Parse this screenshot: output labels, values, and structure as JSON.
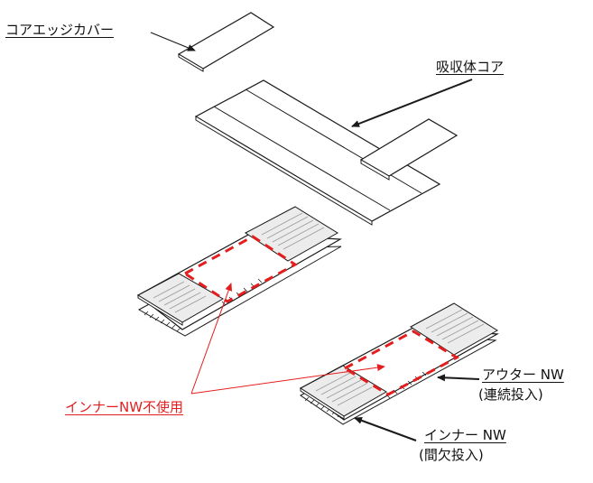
{
  "labels": {
    "core_edge_cover": "コアエッジカバー",
    "absorbent_core": "吸収体コア",
    "outer_nw": "アウター NW",
    "outer_nw_note": "(連続投入)",
    "inner_nw": "インナー NW",
    "inner_nw_note": "(間欠投入)",
    "inner_nw_unused": "インナーNW不使用"
  },
  "colors": {
    "outline": "#1a1a1a",
    "highlight": "#e41e1e",
    "panel_fill": "#ececec",
    "sheet_fill": "#ffffff"
  }
}
